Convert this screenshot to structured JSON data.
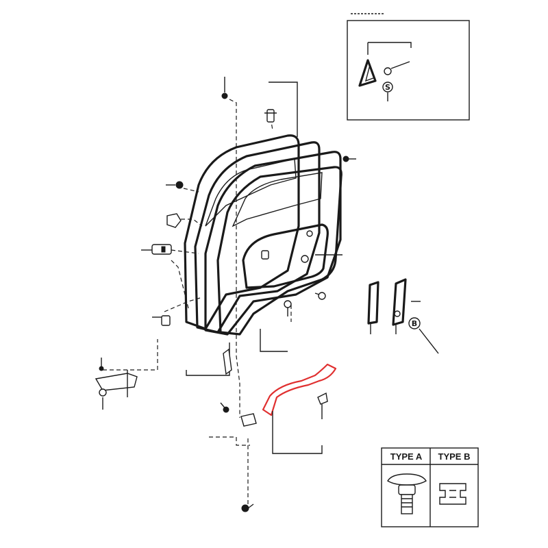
{
  "callouts": {
    "s_marker": "S",
    "b_marker": "B"
  },
  "legend": {
    "type_a_label": "TYPE A",
    "type_b_label": "TYPE B"
  },
  "colors": {
    "highlight": "#e03030",
    "line": "#1a1a1a"
  }
}
